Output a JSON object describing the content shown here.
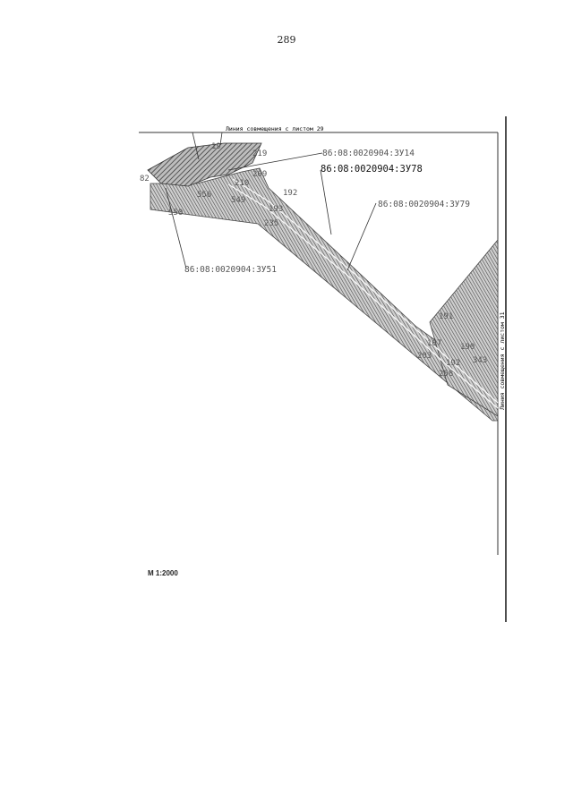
{
  "page": {
    "number": "289"
  },
  "map": {
    "junction_top_label": "Линия совмещения с листом 29",
    "junction_right_label": "Линия совмещения с листом 31",
    "scale_label": "М 1:2000",
    "parcels": {
      "zu14": "86:08:0020904:ЗУ14",
      "zu78": "86:08:0020904:ЗУ78",
      "zu79": "86:08:0020904:ЗУ79",
      "zu51": "86:08:0020904:ЗУ51"
    },
    "points": [
      "19",
      "219",
      "209",
      "210",
      "192",
      "193",
      "235",
      "556",
      "549",
      "550",
      "191",
      "107",
      "190",
      "203",
      "192",
      "343",
      "258",
      "82"
    ],
    "colors": {
      "hatch": "#555555",
      "line": "#333333"
    }
  }
}
